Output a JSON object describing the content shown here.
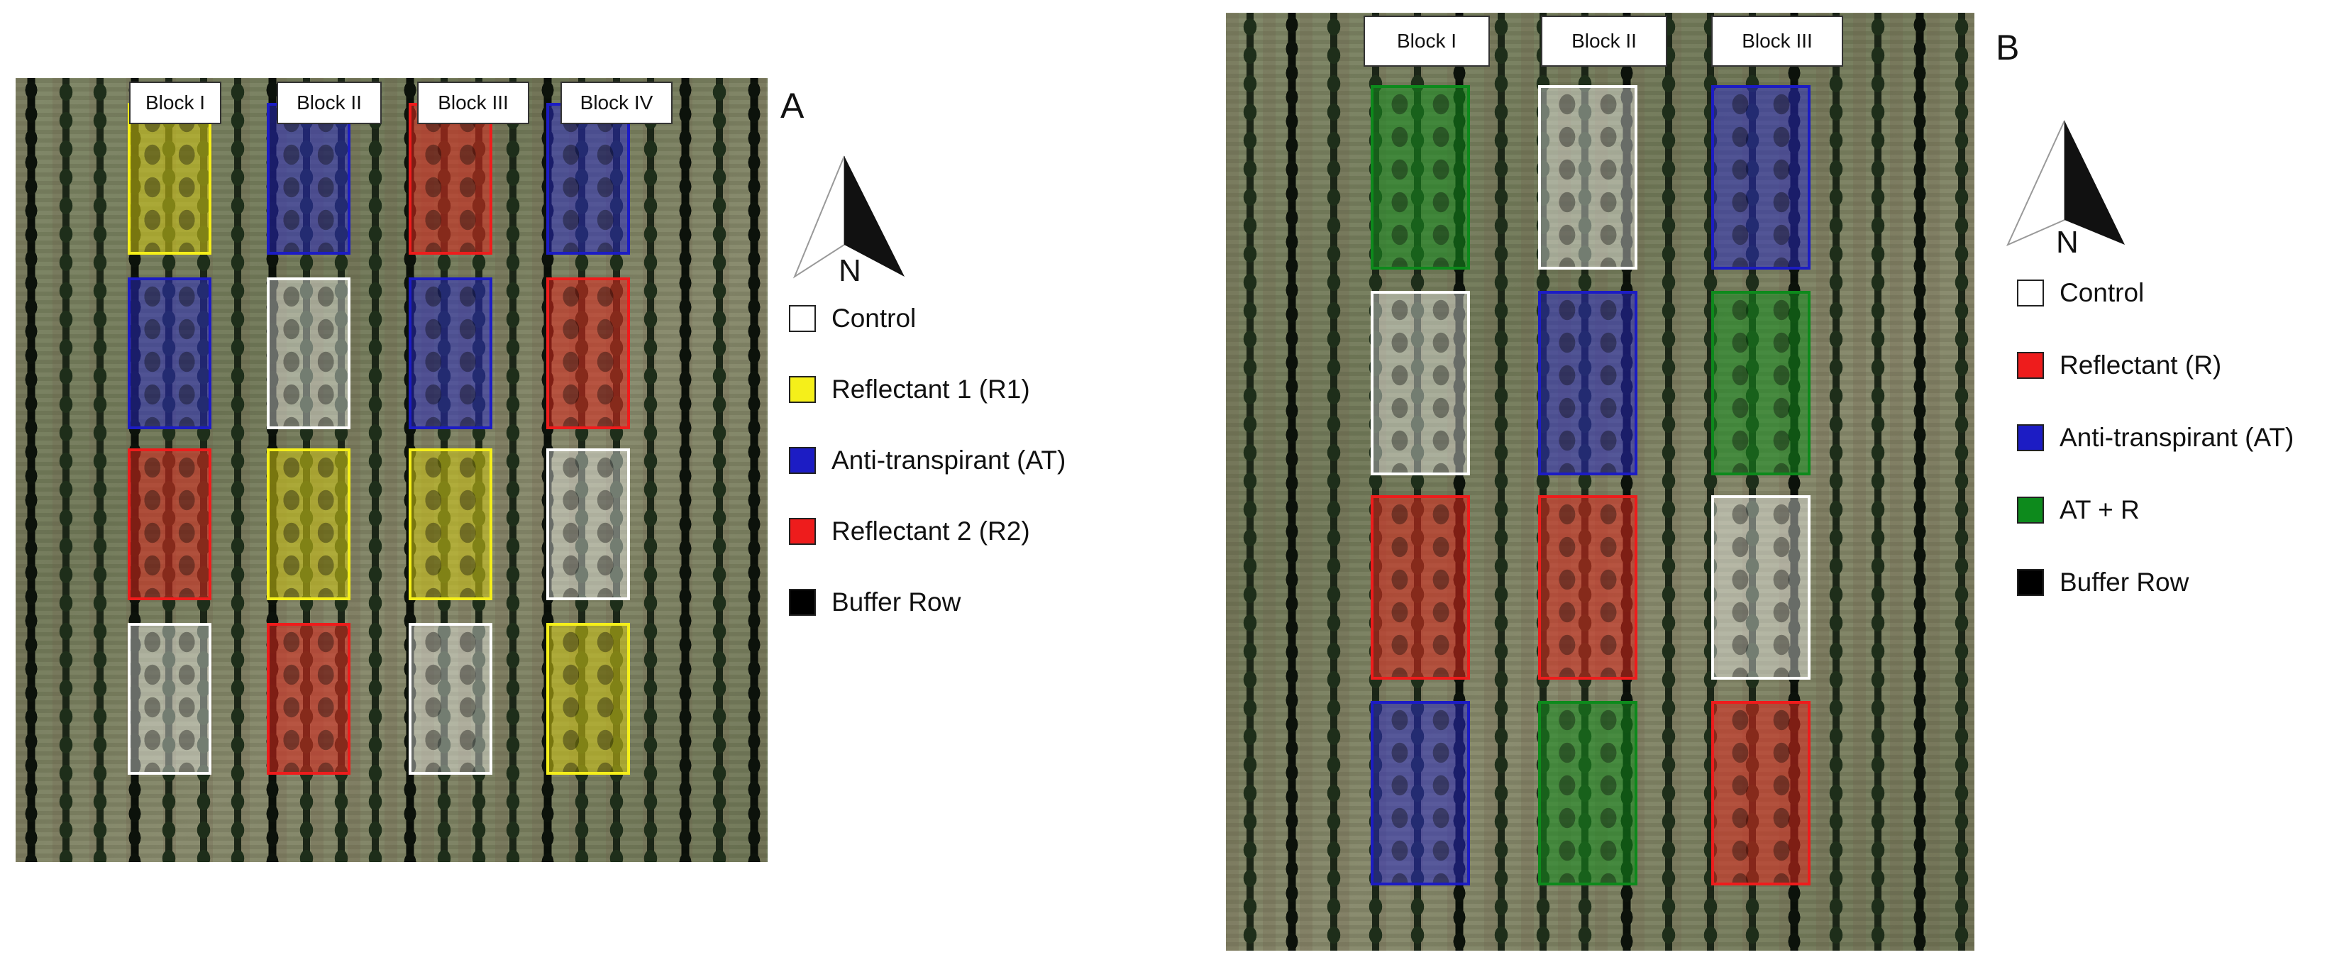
{
  "panel_a": {
    "letter": "A",
    "blocks": [
      "Block I",
      "Block II",
      "Block III",
      "Block IV"
    ],
    "plots": [
      [
        "r1",
        "at",
        "r2",
        "control"
      ],
      [
        "at",
        "control",
        "r1",
        "r2"
      ],
      [
        "r2",
        "at",
        "r1",
        "control"
      ],
      [
        "at",
        "r2",
        "control",
        "r1"
      ]
    ],
    "legend": [
      {
        "key": "control",
        "label": "Control",
        "color": "#ffffff"
      },
      {
        "key": "r1",
        "label": "Reflectant 1 (R1)",
        "color": "#f5ef1a"
      },
      {
        "key": "at",
        "label": "Anti-transpirant (AT)",
        "color": "#1c1cc4"
      },
      {
        "key": "r2",
        "label": "Reflectant 2 (R2)",
        "color": "#ee1c1c"
      },
      {
        "key": "buffer",
        "label": "Buffer Row",
        "color": "#000000"
      }
    ],
    "compass_label": "N"
  },
  "panel_b": {
    "letter": "B",
    "blocks": [
      "Block I",
      "Block II",
      "Block III"
    ],
    "plots": [
      [
        "atr",
        "control",
        "r",
        "at"
      ],
      [
        "control",
        "at",
        "r",
        "atr"
      ],
      [
        "at",
        "atr",
        "control",
        "r"
      ]
    ],
    "legend": [
      {
        "key": "control",
        "label": "Control",
        "color": "#ffffff"
      },
      {
        "key": "r",
        "label": "Reflectant (R)",
        "color": "#ee1c1c"
      },
      {
        "key": "at",
        "label": "Anti-transpirant (AT)",
        "color": "#1c1cc4"
      },
      {
        "key": "atr",
        "label": "AT + R",
        "color": "#0d8a1c"
      },
      {
        "key": "buffer",
        "label": "Buffer Row",
        "color": "#000000"
      }
    ],
    "compass_label": "N"
  }
}
